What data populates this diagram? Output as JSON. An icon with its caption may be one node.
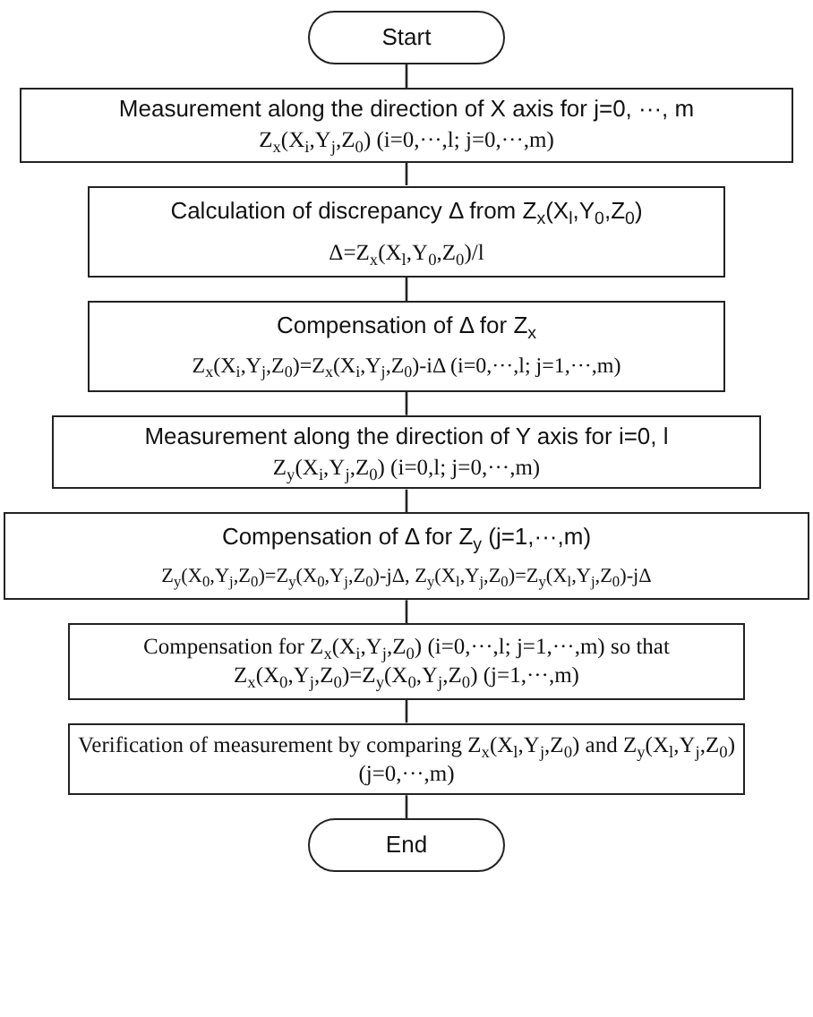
{
  "diagram": {
    "nodes": [
      {
        "text": [
          "Start"
        ]
      },
      {
        "text": [
          "Measurement along the direction of X axis for j=0, ···, m",
          "Z$_{x}$(X$_{i}$,Y$_{j}$,Z$_{0}$)  (i=0,···,l; j=0,···,m)"
        ]
      },
      {
        "text": [
          "Calculation of discrepancy Δ from Z$_{x}$(X$_{l}$,Y$_{0}$,Z$_{0}$)",
          "Δ=Z$_{x}$(X$_{l}$,Y$_{0}$,Z$_{0}$)/l"
        ]
      },
      {
        "text": [
          "Compensation of Δ for Z$_{x}$",
          "Z$_{x}$(X$_{i}$,Y$_{j}$,Z$_{0}$)=Z$_{x}$(X$_{i}$,Y$_{j}$,Z$_{0}$)-iΔ  (i=0,···,l; j=1,···,m)"
        ]
      },
      {
        "text": [
          "Measurement along the direction of Y axis for i=0, l",
          "Z$_{y}$(X$_{i}$,Y$_{j}$,Z$_{0}$)  (i=0,l; j=0,···,m)"
        ]
      },
      {
        "text": [
          "Compensation of Δ for Z$_{y}$    (j=1,···,m)",
          "Z$_{y}$(X$_{0}$,Y$_{j}$,Z$_{0}$)=Z$_{y}$(X$_{0}$,Y$_{j}$,Z$_{0}$)-jΔ, Z$_{y}$(X$_{l}$,Y$_{j}$,Z$_{0}$)=Z$_{y}$(X$_{l}$,Y$_{j}$,Z$_{0}$)-jΔ"
        ]
      },
      {
        "text": [
          "Compensation for Z$_{x}$(X$_{i}$,Y$_{j}$,Z$_{0}$)  (i=0,···,l; j=1,···,m) so that Z$_{x}$(X$_{0}$,Y$_{j}$,Z$_{0}$)=Z$_{y}$(X$_{0}$,Y$_{j}$,Z$_{0}$) (j=1,···,m)"
        ]
      },
      {
        "text": [
          "Verification of measurement by comparing Z$_{x}$(X$_{l}$,Y$_{j}$,Z$_{0}$) and Z$_{y}$(X$_{l}$,Y$_{j}$,Z$_{0}$) (j=0,···,m)"
        ]
      },
      {
        "text": [
          "End"
        ]
      }
    ],
    "edges": [
      {
        "from": 0,
        "to": 1,
        "arrow": "none"
      },
      {
        "from": 1,
        "to": 2,
        "arrow": "none"
      },
      {
        "from": 2,
        "to": 3,
        "arrow": "none"
      },
      {
        "from": 3,
        "to": 4,
        "arrow": "none"
      },
      {
        "from": 4,
        "to": 5,
        "arrow": "none"
      },
      {
        "from": 5,
        "to": 6,
        "arrow": "none"
      },
      {
        "from": 6,
        "to": 7,
        "arrow": "none"
      },
      {
        "from": 7,
        "to": 8,
        "arrow": "none"
      }
    ]
  }
}
